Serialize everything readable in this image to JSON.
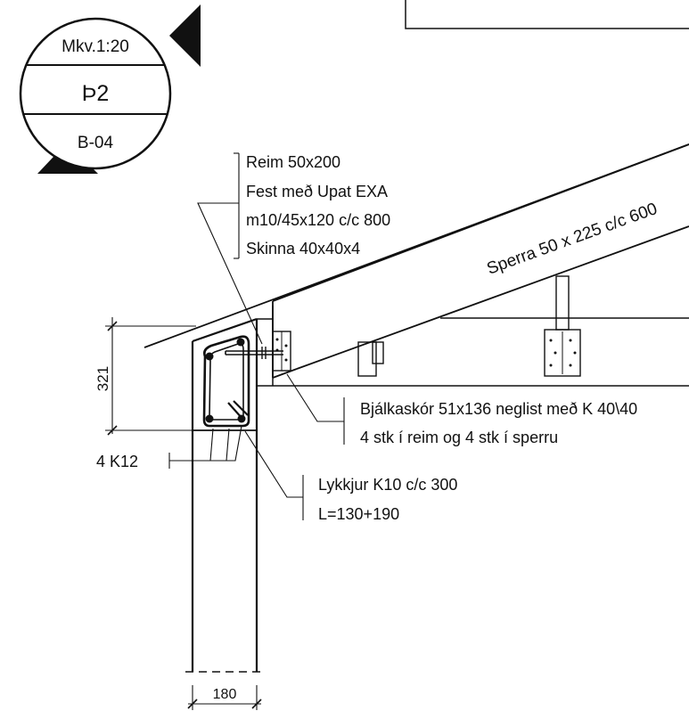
{
  "title_marker": {
    "scale": "Mkv.1:20",
    "detail_id": "Þ2",
    "sheet": "B-04"
  },
  "annotations": {
    "reim": [
      "Reim 50x200",
      "Fest með Upat EXA",
      "m10/45x120 c/c 800",
      "Skinna 40x40x4"
    ],
    "rafter": "Sperra 50 x 225 c/c 600",
    "hanger": [
      "Bjálkaskór 51x136 neglist með K 40\\40",
      "4 stk í reim og 4 stk í sperru"
    ],
    "rebar": "4 K12",
    "stirrups": [
      "Lykkjur K10 c/c 300",
      "L=130+190"
    ]
  },
  "dimensions": {
    "height": "321",
    "width": "180"
  },
  "colors": {
    "ink": "#111111",
    "paper": "#ffffff"
  }
}
